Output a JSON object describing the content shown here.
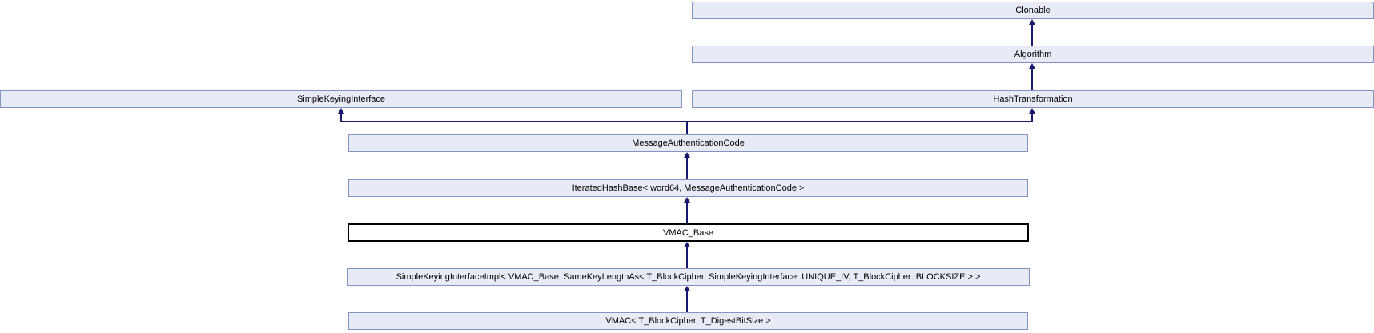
{
  "diagram": {
    "type": "class-inheritance-graph",
    "focal_class": "VMAC_Base",
    "nodes": {
      "clonable": {
        "label": "Clonable"
      },
      "algorithm": {
        "label": "Algorithm"
      },
      "simple_keying_interface": {
        "label": "SimpleKeyingInterface"
      },
      "hash_transformation": {
        "label": "HashTransformation"
      },
      "message_authentication_code": {
        "label": "MessageAuthenticationCode"
      },
      "iterated_hash_base": {
        "label": "IteratedHashBase< word64, MessageAuthenticationCode >"
      },
      "vmac_base": {
        "label": "VMAC_Base"
      },
      "simple_keying_interface_impl": {
        "label": "SimpleKeyingInterfaceImpl< VMAC_Base, SameKeyLengthAs< T_BlockCipher, SimpleKeyingInterface::UNIQUE_IV, T_BlockCipher::BLOCKSIZE > >"
      },
      "vmac": {
        "label": "VMAC< T_BlockCipher, T_DigestBitSize >"
      }
    },
    "edges": [
      {
        "from": "Algorithm",
        "to": "Clonable"
      },
      {
        "from": "HashTransformation",
        "to": "Algorithm"
      },
      {
        "from": "MessageAuthenticationCode",
        "to": "SimpleKeyingInterface"
      },
      {
        "from": "MessageAuthenticationCode",
        "to": "HashTransformation"
      },
      {
        "from": "IteratedHashBase< word64, MessageAuthenticationCode >",
        "to": "MessageAuthenticationCode"
      },
      {
        "from": "VMAC_Base",
        "to": "IteratedHashBase< word64, MessageAuthenticationCode >"
      },
      {
        "from": "SimpleKeyingInterfaceImpl< VMAC_Base, SameKeyLengthAs< T_BlockCipher, SimpleKeyingInterface::UNIQUE_IV, T_BlockCipher::BLOCKSIZE > >",
        "to": "VMAC_Base"
      },
      {
        "from": "VMAC< T_BlockCipher, T_DigestBitSize >",
        "to": "SimpleKeyingInterfaceImpl< VMAC_Base, SameKeyLengthAs< T_BlockCipher, SimpleKeyingInterface::UNIQUE_IV, T_BlockCipher::BLOCKSIZE > >"
      }
    ],
    "colors": {
      "node_fill": "#e8ebf5",
      "node_border": "#8095c4",
      "focal_fill": "#ffffff",
      "focal_border": "#000000",
      "edge": "#191970",
      "text": "#000000",
      "background": "#ffffff"
    }
  }
}
